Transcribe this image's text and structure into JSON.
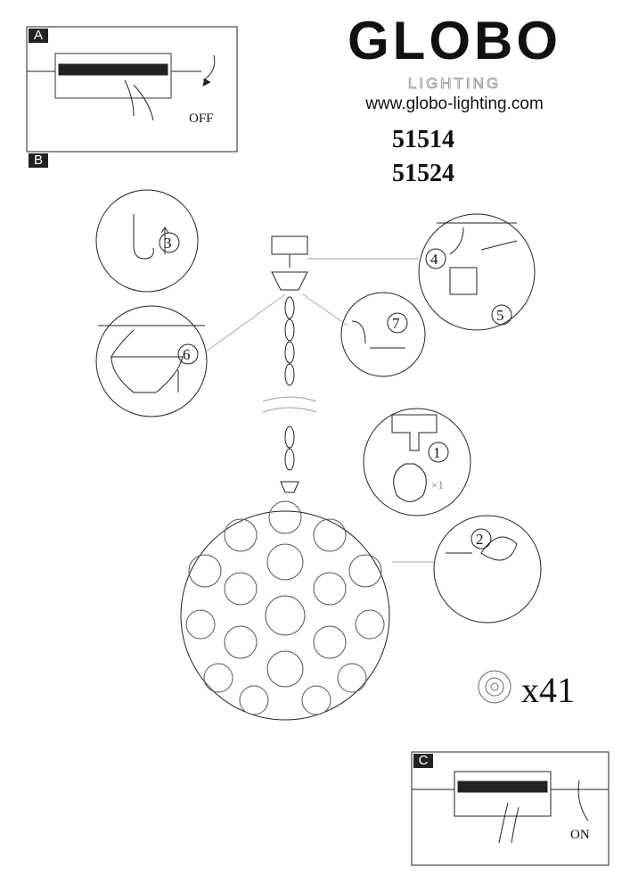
{
  "brand": {
    "name": "GLOBO",
    "subtitle": "LIGHTING",
    "url": "www.globo-lighting.com"
  },
  "models": [
    "51514",
    "51524"
  ],
  "panels": {
    "a": {
      "label": "A",
      "state": "OFF"
    },
    "b": {
      "label": "B"
    },
    "c": {
      "label": "C",
      "state": "ON"
    }
  },
  "steps": [
    "1",
    "2",
    "3",
    "4",
    "5",
    "6",
    "7"
  ],
  "parts": {
    "rose_count": "x41",
    "bulb_count": "×1"
  }
}
